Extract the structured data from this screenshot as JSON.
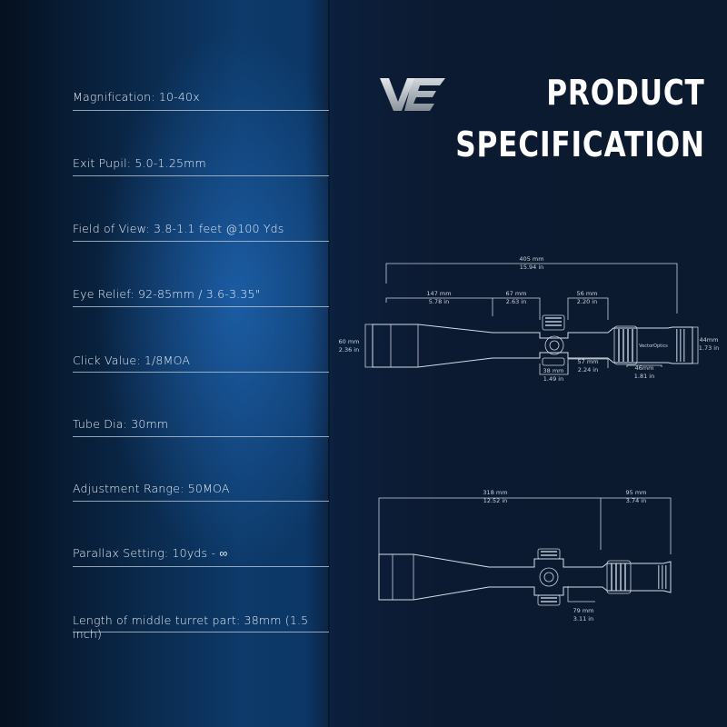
{
  "title": {
    "line1": "PRODUCT",
    "line2": "SPECIFICATION"
  },
  "logo": {
    "name": "vector-optics-logo-icon",
    "colors": [
      "#9aa3ad",
      "#d6dbe0"
    ]
  },
  "specs": [
    "Magnification: 10-40x",
    "Exit Pupil: 5.0-1.25mm",
    "Field of View: 3.8-1.1 feet @100 Yds",
    "Eye Relief: 92-85mm / 3.6-3.35\"",
    "Click Value: 1/8MOA",
    "Tube Dia: 30mm",
    "Adjustment Range: 50MOA",
    "Parallax Setting: 10yds - ∞",
    "Length of middle turret part: 38mm (1.5 inch)"
  ],
  "diagram_side": {
    "overall": {
      "mm": "405 mm",
      "in": "15.94 in"
    },
    "objective_bell": {
      "mm": "147 mm",
      "in": "5.78 in"
    },
    "front_tube": {
      "mm": "67 mm",
      "in": "2.63 in"
    },
    "rear_tube": {
      "mm": "56 mm",
      "in": "2.20 in"
    },
    "objective_dia": {
      "mm": "60 mm",
      "in": "2.36 in"
    },
    "eyepiece_dia": {
      "mm": "44mm",
      "in": "1.73 in"
    },
    "turret_len": {
      "mm": "38 mm",
      "in": "1.49 in"
    },
    "turret_to_zoom": {
      "mm": "57 mm",
      "in": "2.24 in"
    },
    "eyepiece_len": {
      "mm": "46mm",
      "in": "1.81 in"
    },
    "brand_mark": "VectorOptics"
  },
  "diagram_top": {
    "front": {
      "mm": "318 mm",
      "in": "12.52 in"
    },
    "rear": {
      "mm": "95 mm",
      "in": "3.74 in"
    },
    "turret_height": {
      "mm": "79 mm",
      "in": "3.11 in"
    }
  },
  "colors": {
    "text": "#e6edf5",
    "line": "#b8c4d2",
    "diagram": "#c9d3df",
    "accent_blue": "#0d3a6a"
  }
}
